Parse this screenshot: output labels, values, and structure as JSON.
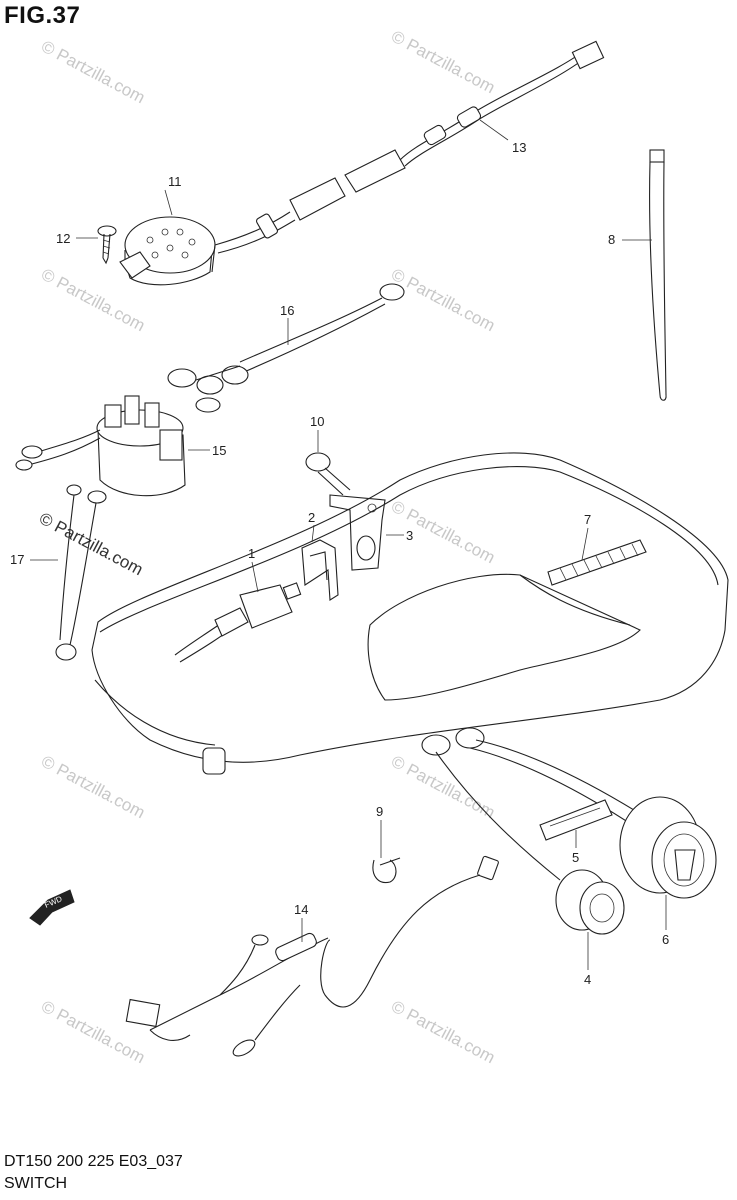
{
  "figure": {
    "title": "FIG.37",
    "footer_model": "DT150 200 225 E03_037",
    "footer_caption": "SWITCH"
  },
  "watermark": {
    "text": "© Partzilla.com"
  },
  "fwd_marker": "FWD",
  "callouts": [
    "1",
    "2",
    "3",
    "4",
    "5",
    "6",
    "7",
    "8",
    "9",
    "10",
    "11",
    "12",
    "13",
    "14",
    "15",
    "16",
    "17"
  ],
  "colors": {
    "line": "#222222",
    "watermark": "#c8c8c8",
    "background": "#ffffff"
  }
}
